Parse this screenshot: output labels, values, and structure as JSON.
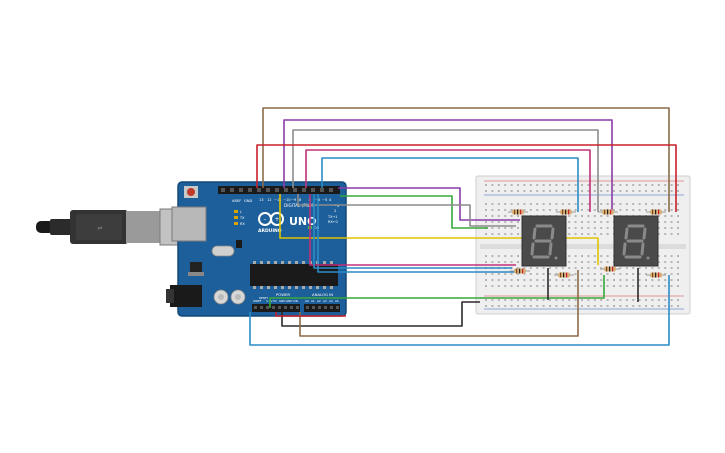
{
  "board": {
    "name": "UNO",
    "brand": "ARDUINO",
    "digital_label": "DIGITAL (PWM~)",
    "power_label": "POWER",
    "analog_label": "ANALOG IN",
    "aref_label": "AREF",
    "gnd_label": "GND",
    "tx_label": "TX→1",
    "rx_label": "RX←0",
    "pin13": "13",
    "pin12": "12",
    "pin11": "~11",
    "pin10": "~10",
    "pin9": "~9",
    "pin8": "8",
    "pin7": "7",
    "pin6": "~6",
    "pin5": "~5",
    "pin4": "4",
    "pin3": "~3",
    "pin2": "2",
    "ioref": "IOREF",
    "reset": "RESET",
    "v33": "3.3V",
    "v5": "5V",
    "gnd1": "GND",
    "gnd2": "GND",
    "vin": "VIN",
    "a0": "A0",
    "a1": "A1",
    "a2": "A2",
    "a3": "A3",
    "a4": "A4",
    "a5": "A5",
    "l_label": "L",
    "tx_led": "TX",
    "rx_led": "RX",
    "on_label": "ON"
  },
  "colors": {
    "board": "#1c5f9a",
    "breadboard": "#efefef",
    "display": "#4a4a4a",
    "wire_brown": "#8b6b4a",
    "wire_purple": "#8b3aa8",
    "wire_gray": "#8c8c8c",
    "wire_red": "#c8202c",
    "wire_magenta": "#c0307a",
    "wire_cyan": "#2a8cc8",
    "wire_green": "#36a83a",
    "wire_yellow": "#e0c400",
    "wire_black": "#2a2a2a"
  }
}
